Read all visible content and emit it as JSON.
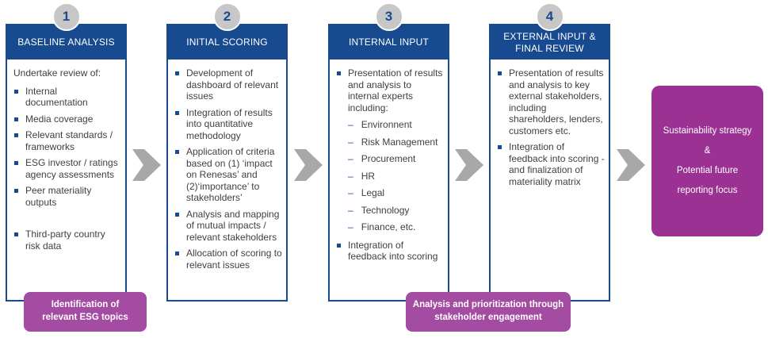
{
  "steps": [
    {
      "number": "1",
      "title": "BASELINE ANALYSIS",
      "intro": "Undertake review of:",
      "bullets": [
        {
          "text": "Internal documentation"
        },
        {
          "text": "Media coverage"
        },
        {
          "text": "Relevant standards / frameworks"
        },
        {
          "text": "ESG investor / ratings agency assessments"
        },
        {
          "text": "Peer materiality outputs"
        },
        {
          "text": "Third-party country risk data"
        }
      ]
    },
    {
      "number": "2",
      "title": "INITIAL SCORING",
      "bullets": [
        {
          "text": "Development of dashboard of relevant issues"
        },
        {
          "text": "Integration of results into quantitative methodology"
        },
        {
          "text": "Application of criteria based on (1) ‘impact on Renesas’ and (2)‘importance’ to stakeholders’"
        },
        {
          "text": "Analysis and mapping of mutual impacts / relevant stakeholders"
        },
        {
          "text": "Allocation of scoring to relevant issues"
        }
      ]
    },
    {
      "number": "3",
      "title": "INTERNAL INPUT",
      "bullets": [
        {
          "text": "Presentation of results and analysis to internal experts including:"
        },
        {
          "text": "Integration of feedback into scoring"
        }
      ],
      "subbullets": [
        "Environnent",
        "Risk Management",
        "Procurement",
        "HR",
        "Legal",
        "Technology",
        "Finance, etc."
      ],
      "dash_marker": "–"
    },
    {
      "number": "4",
      "title": "EXTERNAL INPUT & FINAL REVIEW",
      "bullets": [
        {
          "text": "Presentation of results and analysis to key external stakeholders, including shareholders, lenders, customers etc."
        },
        {
          "text": "Integration of feedback into scoring - and finalization of materiality matrix"
        }
      ]
    }
  ],
  "callouts": [
    {
      "text": "Identification of relevant ESG topics"
    },
    {
      "text": "Analysis and prioritization through stakeholder engagement"
    }
  ],
  "final_box": {
    "lines": [
      "Sustainability strategy",
      "&",
      "Potential future",
      "reporting focus"
    ]
  },
  "colors": {
    "navy": "#174a8f",
    "callout_purple": "#a44ba2",
    "final_purple": "#9b3193",
    "arrow_gray": "#a8a8a8",
    "circle_gray": "#c7c7c7",
    "body_text": "#404040"
  }
}
